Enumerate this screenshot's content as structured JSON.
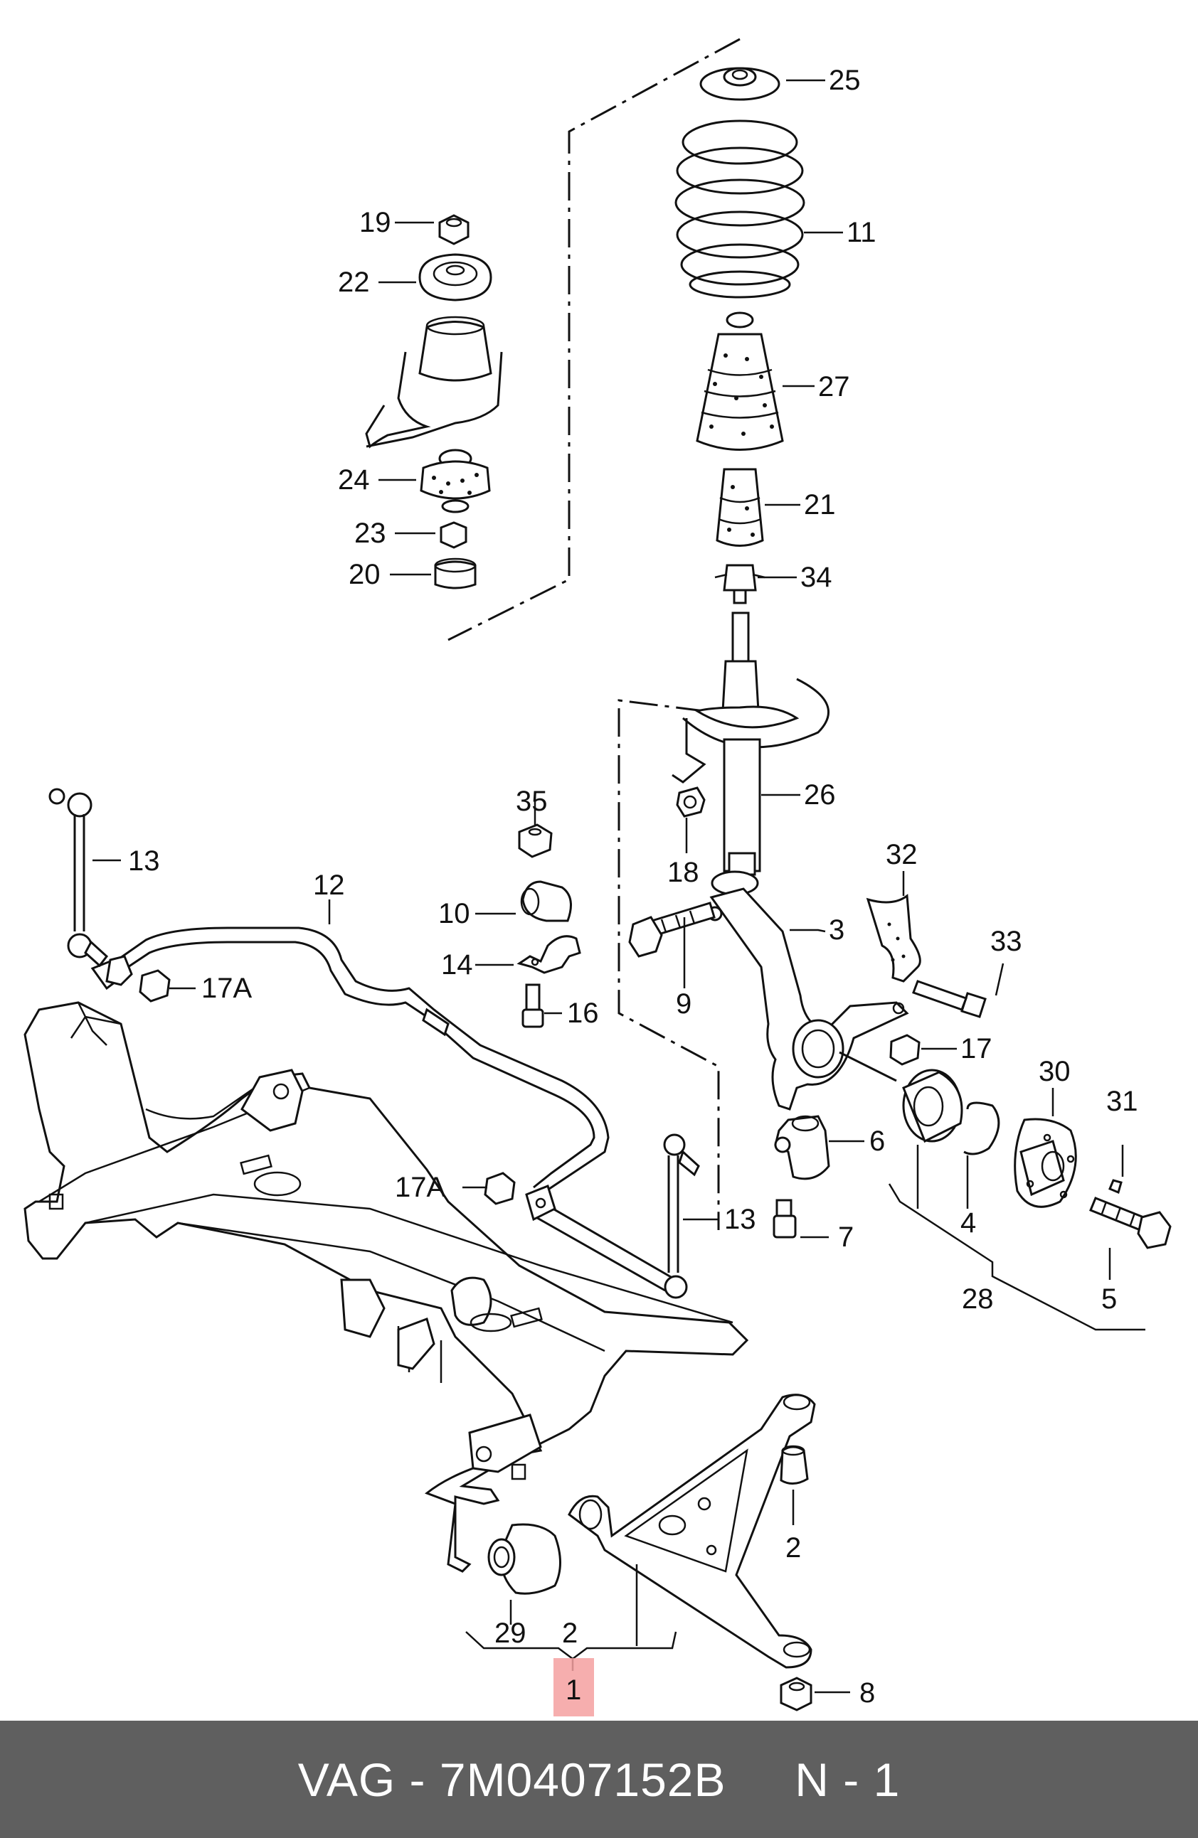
{
  "callouts": [
    {
      "id": "c25",
      "text": "25"
    },
    {
      "id": "c11",
      "text": "11"
    },
    {
      "id": "c27",
      "text": "27"
    },
    {
      "id": "c21",
      "text": "21"
    },
    {
      "id": "c34",
      "text": "34"
    },
    {
      "id": "c26",
      "text": "26"
    },
    {
      "id": "c3",
      "text": "3"
    },
    {
      "id": "c32",
      "text": "32"
    },
    {
      "id": "c33",
      "text": "33"
    },
    {
      "id": "c17b",
      "text": "17"
    },
    {
      "id": "c30",
      "text": "30"
    },
    {
      "id": "c31",
      "text": "31"
    },
    {
      "id": "c6",
      "text": "6"
    },
    {
      "id": "c4",
      "text": "4"
    },
    {
      "id": "c5",
      "text": "5"
    },
    {
      "id": "c28",
      "text": "28"
    },
    {
      "id": "c7",
      "text": "7"
    },
    {
      "id": "c13b",
      "text": "13"
    },
    {
      "id": "c17Ab",
      "text": "17A"
    },
    {
      "id": "c18",
      "text": "18"
    },
    {
      "id": "c9",
      "text": "9"
    },
    {
      "id": "c35",
      "text": "35"
    },
    {
      "id": "c10",
      "text": "10"
    },
    {
      "id": "c14",
      "text": "14"
    },
    {
      "id": "c16",
      "text": "16"
    },
    {
      "id": "c12",
      "text": "12"
    },
    {
      "id": "c13a",
      "text": "13"
    },
    {
      "id": "c17Aa",
      "text": "17A"
    },
    {
      "id": "c19",
      "text": "19"
    },
    {
      "id": "c22",
      "text": "22"
    },
    {
      "id": "c24",
      "text": "24"
    },
    {
      "id": "c23",
      "text": "23"
    },
    {
      "id": "c20",
      "text": "20"
    },
    {
      "id": "c2a",
      "text": "2"
    },
    {
      "id": "c29",
      "text": "29"
    },
    {
      "id": "c2b",
      "text": "2"
    },
    {
      "id": "c1",
      "text": "1"
    },
    {
      "id": "c8",
      "text": "8"
    }
  ],
  "highlight": {
    "label": "1",
    "color": "#f4a0a0"
  },
  "footer": {
    "brand": "VAG",
    "separator": "-",
    "part_number": "7M0407152B",
    "position_label": "N",
    "position_number": "1",
    "background_color": "#5f5f5f",
    "text_color": "#ffffff"
  }
}
